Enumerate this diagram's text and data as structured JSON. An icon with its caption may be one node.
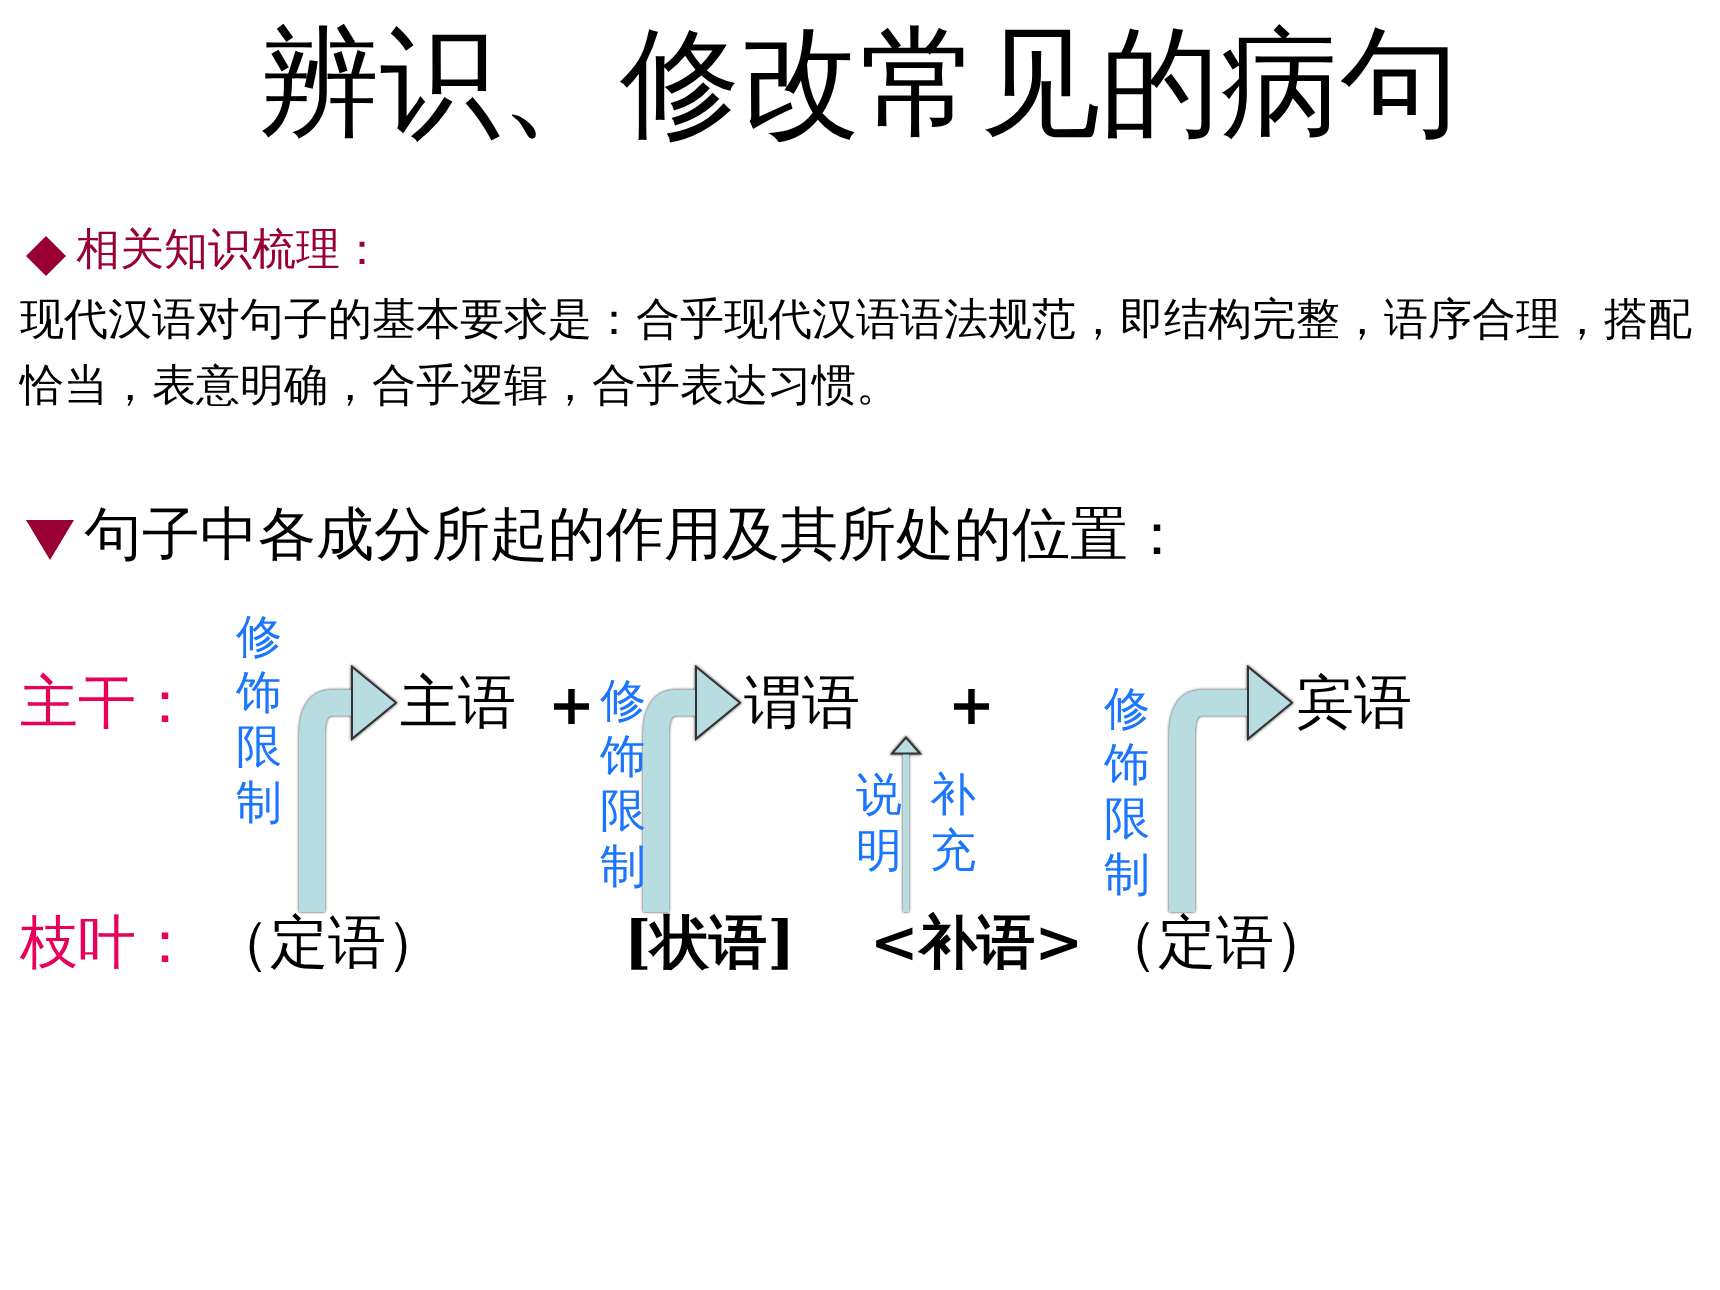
{
  "diagram": {
    "title": "辨识、修改常见的病句",
    "nodes": [
      {
        "text": [
          "主语"
        ]
      },
      {
        "text": [
          "谓语"
        ]
      },
      {
        "text": [
          "宾语"
        ]
      },
      {
        "text": [
          "（定语）"
        ]
      },
      {
        "text": [
          "[状语]"
        ]
      },
      {
        "text": [
          "<补语>"
        ]
      },
      {
        "text": [
          "（定语）"
        ]
      }
    ],
    "edges": [
      {
        "from": 3,
        "to": 0,
        "arrow": "to",
        "label": "修饰限制"
      },
      {
        "from": 4,
        "to": 1,
        "arrow": "to",
        "label": "修饰限制"
      },
      {
        "from": 5,
        "to": 1,
        "arrow": "to",
        "label": "说明"
      },
      {
        "from": 6,
        "to": 2,
        "arrow": "to",
        "label": "修饰限制"
      }
    ],
    "labels": [
      "相关知识梳理：",
      "现代汉语对句子的基本要求是：合乎现代汉语语法规范，即结构完整，语序合理，搭配恰当，表意明确，合乎逻辑，合乎表达习惯。",
      "句子中各成分所起的作用及其所处的位置：",
      "主干：",
      "+",
      "+",
      "补充",
      "枝叶："
    ]
  }
}
